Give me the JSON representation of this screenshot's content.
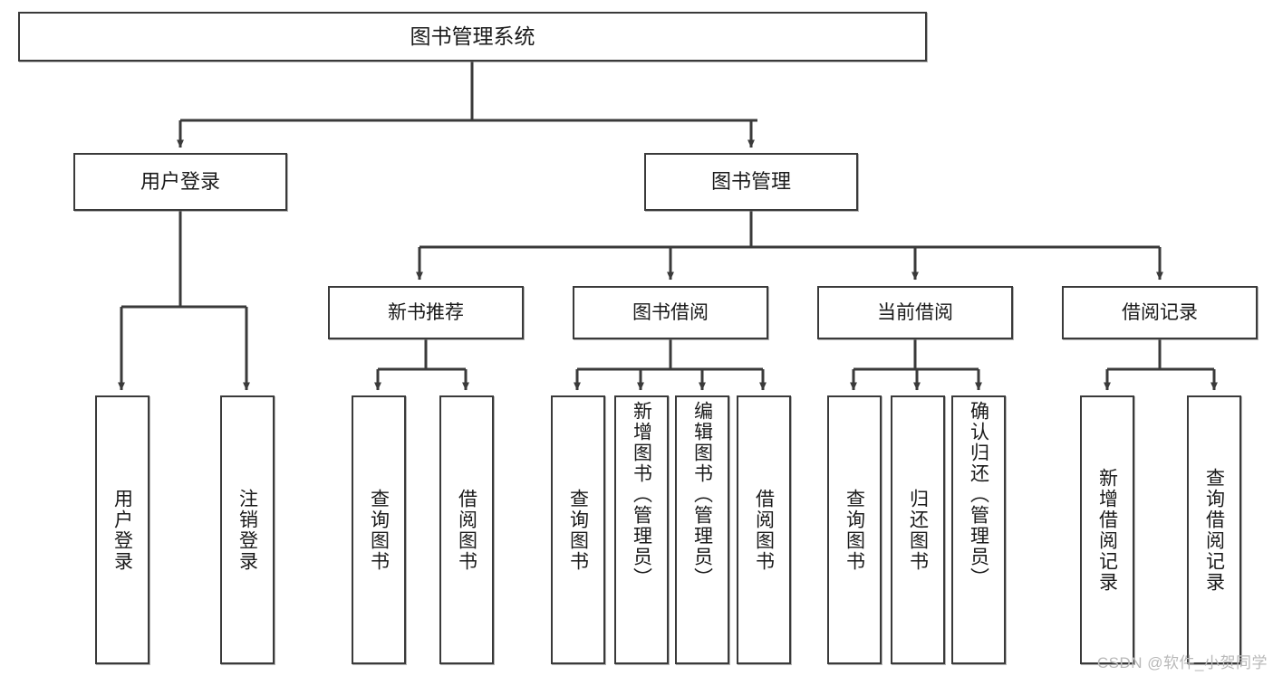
{
  "diagram": {
    "type": "tree-hierarchy-flowchart",
    "root": {
      "label": "图书管理系统"
    },
    "level2": [
      {
        "label": "用户登录"
      },
      {
        "label": "图书管理"
      }
    ],
    "level3": [
      {
        "label": "新书推荐"
      },
      {
        "label": "图书借阅"
      },
      {
        "label": "当前借阅"
      },
      {
        "label": "借阅记录"
      }
    ],
    "leaves": {
      "user_login": [
        {
          "label": "用户登录"
        },
        {
          "label": "注销登录"
        }
      ],
      "new_book_recommend": [
        {
          "label": "查询图书"
        },
        {
          "label": "借阅图书"
        }
      ],
      "book_borrow": [
        {
          "label": "查询图书"
        },
        {
          "label": "新增图书（管理员）"
        },
        {
          "label": "编辑图书（管理员）"
        },
        {
          "label": "借阅图书"
        }
      ],
      "current_borrow": [
        {
          "label": "查询图书"
        },
        {
          "label": "归还图书"
        },
        {
          "label": "确认归还（管理员）"
        }
      ],
      "borrow_record": [
        {
          "label": "新增借阅记录"
        },
        {
          "label": "查询借阅记录"
        }
      ]
    }
  },
  "watermark": {
    "text": "CSDN @软件_小贺同学"
  },
  "colors": {
    "stroke": "#3a3a3a",
    "fill": "#ffffff",
    "text": "#1a1a1a",
    "watermark": "#b9b9b9"
  }
}
